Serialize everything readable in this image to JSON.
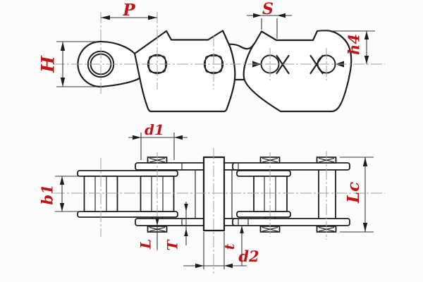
{
  "drawing": {
    "type": "chain-technical-drawing",
    "colors": {
      "background": "#fcfcfc",
      "outline": "#1f1f1f",
      "dimension_line": "#3a3a3a",
      "centerline": "#9aa39e",
      "label": "#c11414"
    },
    "views": {
      "side_view_dimensions": [
        "P",
        "S",
        "H",
        "h4"
      ],
      "plan_view_dimensions": [
        "b1",
        "d1",
        "L",
        "T",
        "t",
        "d2",
        "Lc"
      ]
    },
    "dimension_labels": {
      "P": "P",
      "S": "S",
      "H": "H",
      "h4": "h4",
      "b1": "b1",
      "d1": "d1",
      "L": "L",
      "T": "T",
      "t": "t",
      "d2": "d2",
      "Lc": "Lc"
    }
  }
}
